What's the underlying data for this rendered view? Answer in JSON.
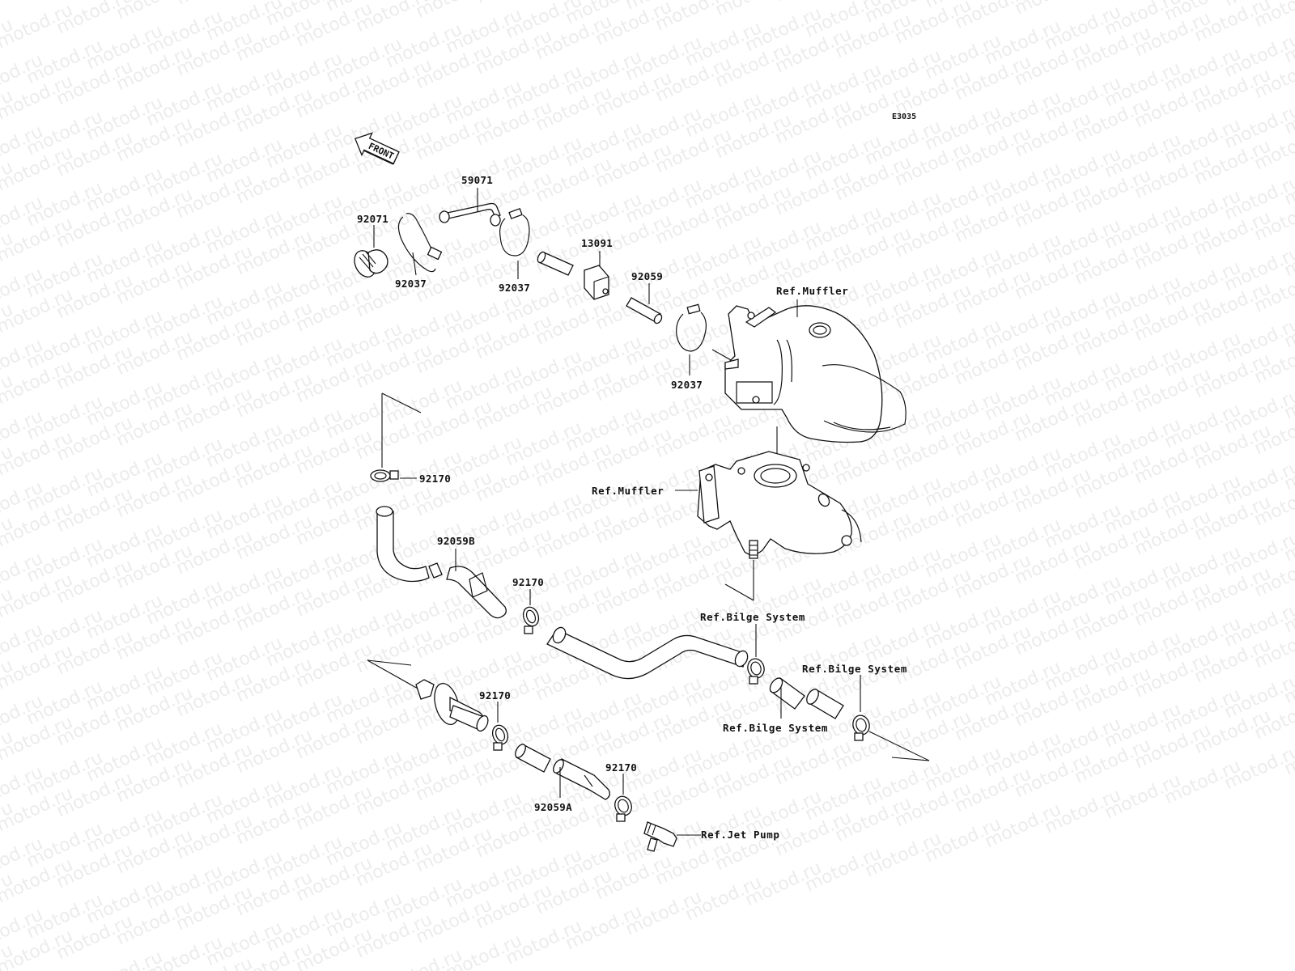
{
  "watermark": {
    "text": "motod.ru"
  },
  "diagram_code": "E3035",
  "front_indicator": "FRONT",
  "part_labels": {
    "p59071": "59071",
    "p92071": "92071",
    "p92037_a": "92037",
    "p92037_b": "92037",
    "p92037_c": "92037",
    "p13091": "13091",
    "p92059": "92059",
    "p92170_a": "92170",
    "p92170_b": "92170",
    "p92170_c": "92170",
    "p92170_d": "92170",
    "p92059B": "92059B",
    "p92059A": "92059A"
  },
  "reference_labels": {
    "muffler_upper": "Ref.Muffler",
    "muffler_lower": "Ref.Muffler",
    "bilge_1": "Ref.Bilge System",
    "bilge_2": "Ref.Bilge System",
    "bilge_3": "Ref.Bilge System",
    "jet_pump": "Ref.Jet Pump"
  }
}
